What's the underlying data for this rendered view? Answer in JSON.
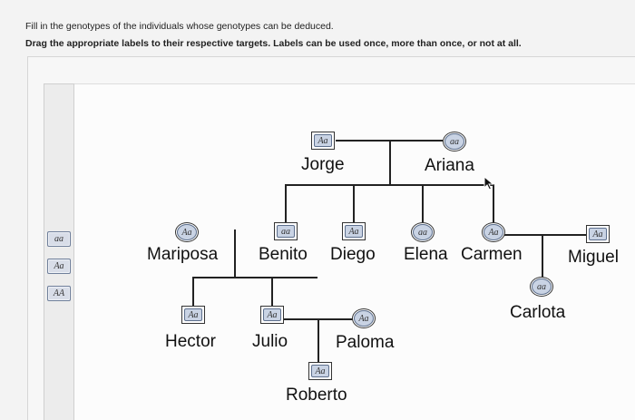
{
  "instructions": {
    "line1": "Fill in the genotypes of the individuals whose genotypes can be deduced.",
    "line2": "Drag the appropriate labels to their respective targets. Labels can be used once, more than once, or not at all."
  },
  "palette": {
    "labels": [
      "aa",
      "Aa",
      "AA"
    ]
  },
  "pedigree": {
    "jorge": {
      "name": "Jorge",
      "genotype": "Aa"
    },
    "ariana": {
      "name": "Ariana",
      "genotype": "aa"
    },
    "mariposa": {
      "name": "Mariposa",
      "genotype": "Aa"
    },
    "benito": {
      "name": "Benito",
      "genotype": "aa"
    },
    "diego": {
      "name": "Diego",
      "genotype": "Aa"
    },
    "elena": {
      "name": "Elena",
      "genotype": "aa"
    },
    "carmen": {
      "name": "Carmen",
      "genotype": "Aa"
    },
    "miguel": {
      "name": "Miguel",
      "genotype": "Aa"
    },
    "carlota": {
      "name": "Carlota",
      "genotype": "aa"
    },
    "hector": {
      "name": "Hector",
      "genotype": "Aa"
    },
    "julio": {
      "name": "Julio",
      "genotype": "Aa"
    },
    "paloma": {
      "name": "Paloma",
      "genotype": "Aa"
    },
    "roberto": {
      "name": "Roberto",
      "genotype": "Aa"
    }
  },
  "colors": {
    "chip_fill": "#c9d3e4",
    "chip_border": "#5d6f8d",
    "line": "#222222"
  }
}
